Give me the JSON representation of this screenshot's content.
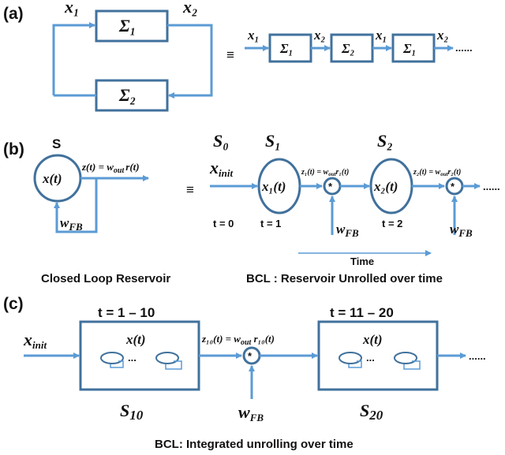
{
  "panels": {
    "a": {
      "label": "(a)",
      "left": {
        "x1": "x₁",
        "x2": "x₂",
        "sigma1": "Σ₁",
        "sigma2": "Σ₂"
      },
      "equiv": "≡",
      "unrolled": {
        "inputs": [
          "x₁",
          "x₂",
          "x₁",
          "x₂"
        ],
        "blocks": [
          "Σ₁",
          "Σ₂",
          "Σ₁"
        ],
        "ellipsis": "......"
      }
    },
    "b": {
      "label": "(b)",
      "left": {
        "state": "S",
        "node": "x(t)",
        "output": "z(t) = w",
        "output_sub": "out",
        "output_tail": "r(t)",
        "feedback": "w",
        "feedback_sub": "FB"
      },
      "equiv": "≡",
      "right": {
        "states": [
          "S₀",
          "S₁",
          "S₂"
        ],
        "input": "x",
        "input_sub": "init",
        "nodes": [
          "x₁(t)",
          "x₂(t)"
        ],
        "outputs": [
          "z₁(t) = w",
          "z₂(t) = w"
        ],
        "output_subs": [
          "out",
          "out"
        ],
        "output_tails": [
          "r₁(t)",
          "r₂(t)"
        ],
        "times": [
          "t = 0",
          "t = 1",
          "t = 2"
        ],
        "multiplier": "*",
        "feedback": "w",
        "feedback_sub": "FB",
        "ellipsis": "......",
        "axis_label": "Time"
      },
      "captions": [
        "Closed Loop Reservoir",
        "BCL : Reservoir Unrolled over time"
      ]
    },
    "c": {
      "label": "(c)",
      "input": "x",
      "input_sub": "init",
      "boxes": [
        {
          "time": "t = 1 – 10",
          "node": "x(t)",
          "dots": "...",
          "state": "S",
          "state_sub": "10"
        },
        {
          "time": "t = 11 – 20",
          "node": "x(t)",
          "dots": "...",
          "state": "S",
          "state_sub": "20"
        }
      ],
      "output": "z₁₀(t) = w",
      "output_sub": "out",
      "output_tail": " r₁₀(t)",
      "multiplier": "*",
      "feedback": "w",
      "feedback_sub": "FB",
      "ellipsis": "......",
      "caption": "BCL: Integrated unrolling over time"
    }
  },
  "colors": {
    "line": "#5b9bd5",
    "box_stroke": "#41719c",
    "box_fill": "#ffffff",
    "text": "#111111"
  }
}
